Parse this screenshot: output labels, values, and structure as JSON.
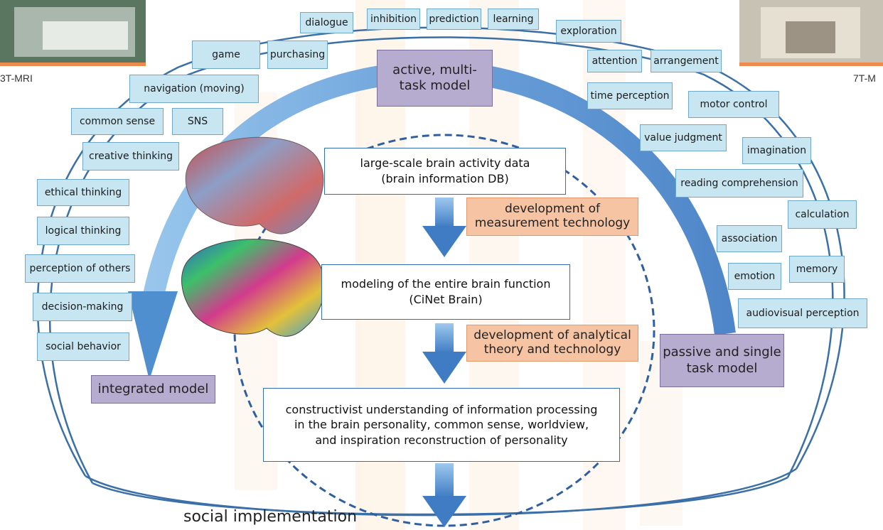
{
  "photos": {
    "left_label": "3T-MRI",
    "right_label": "7T-M"
  },
  "models": {
    "active": "active, multi-\ntask model",
    "passive": "passive and single\ntask model",
    "integrated": "integrated model"
  },
  "tags": [
    "dialogue",
    "inhibition",
    "prediction",
    "learning",
    "exploration",
    "game",
    "purchasing",
    "attention",
    "arrangement",
    "navigation (moving)",
    "time perception",
    "motor control",
    "common sense",
    "SNS",
    "value judgment",
    "imagination",
    "creative thinking",
    "ethical thinking",
    "reading comprehension",
    "logical thinking",
    "calculation",
    "association",
    "perception of others",
    "emotion",
    "memory",
    "decision-making",
    "audiovisual perception",
    "social behavior"
  ],
  "flow": {
    "box1": "large-scale brain activity data\n(brain information DB)",
    "box2": "modeling of the entire brain function\n(CiNet Brain)",
    "box3": "constructivist understanding of information processing\nin the brain personality, common sense, worldview,\nand inspiration reconstruction of personality",
    "dev1": "development of\nmeasurement technology",
    "dev2": "development of analytical\ntheory and technology"
  },
  "footer": {
    "social": "social implementation"
  },
  "colors": {
    "tag_fill": "#c8e6f2",
    "model_fill": "#b6acd0",
    "dev_fill": "#f6c4a2",
    "arrow_blue": "#4f8fd0",
    "frame_blue": "#2f6fb2"
  }
}
